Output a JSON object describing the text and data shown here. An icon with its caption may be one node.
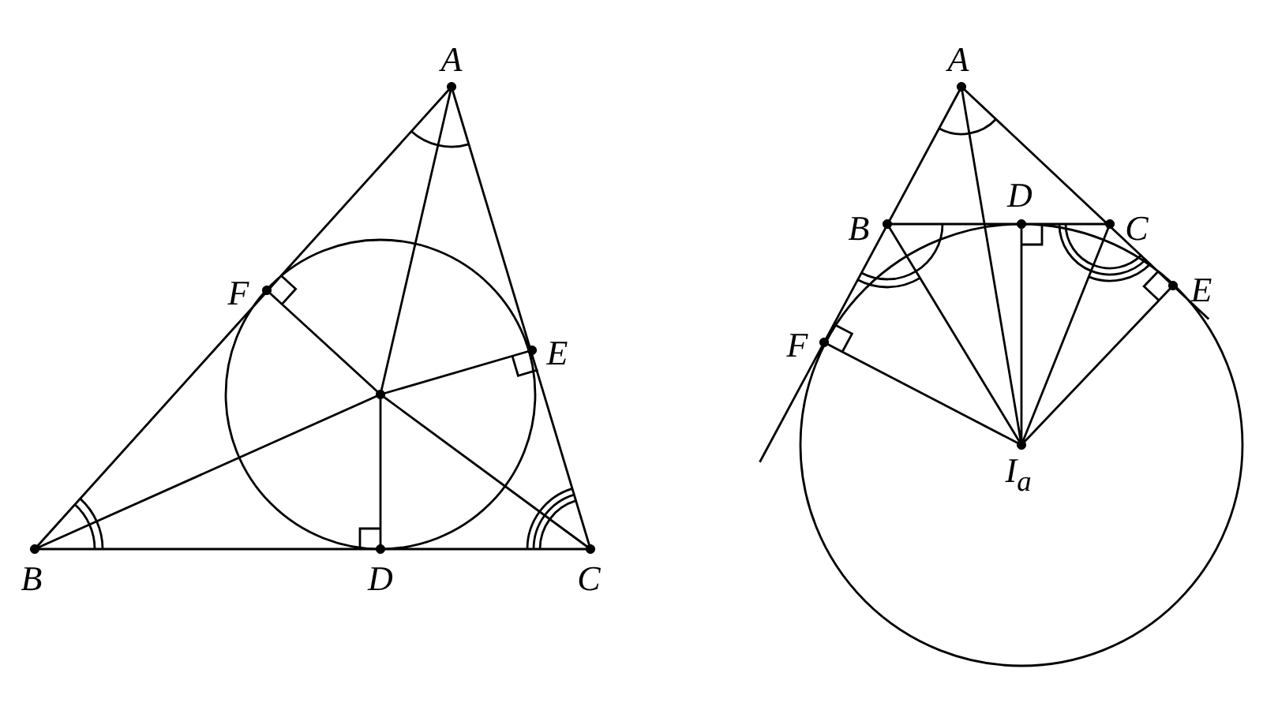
{
  "diagram": {
    "labels": [
      "A",
      "F",
      "E",
      "B",
      "D",
      "C",
      "A",
      "B",
      "D",
      "C",
      "E",
      "F",
      "I$_{a}$"
    ]
  }
}
